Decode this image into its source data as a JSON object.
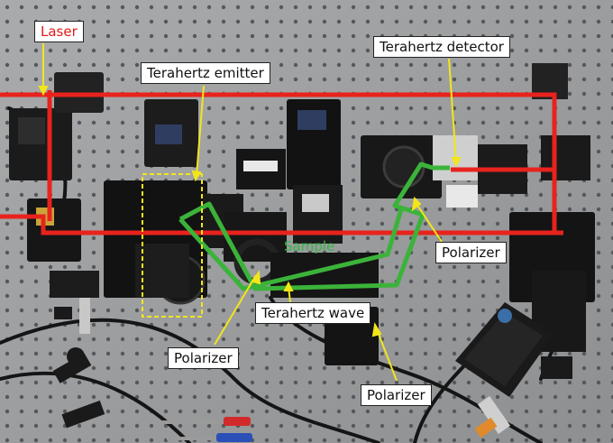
{
  "labels": {
    "laser": "Laser",
    "thz_emitter": "Terahertz emitter",
    "thz_detector": "Terahertz detector",
    "sample": "Sample",
    "polarizer_right": "Polarizer",
    "thz_wave": "Terahertz wave",
    "polarizer_left": "Polarizer",
    "polarizer_bottom": "Polarizer"
  },
  "colors": {
    "table": "#9a9c9e",
    "laser_beam": "#e8231d",
    "thz_beam": "#3bb33a",
    "pointer": "#f2e61a",
    "label_bg": "#ffffff",
    "laser_text": "#e11b1b",
    "sample_text": "#39b54a"
  }
}
